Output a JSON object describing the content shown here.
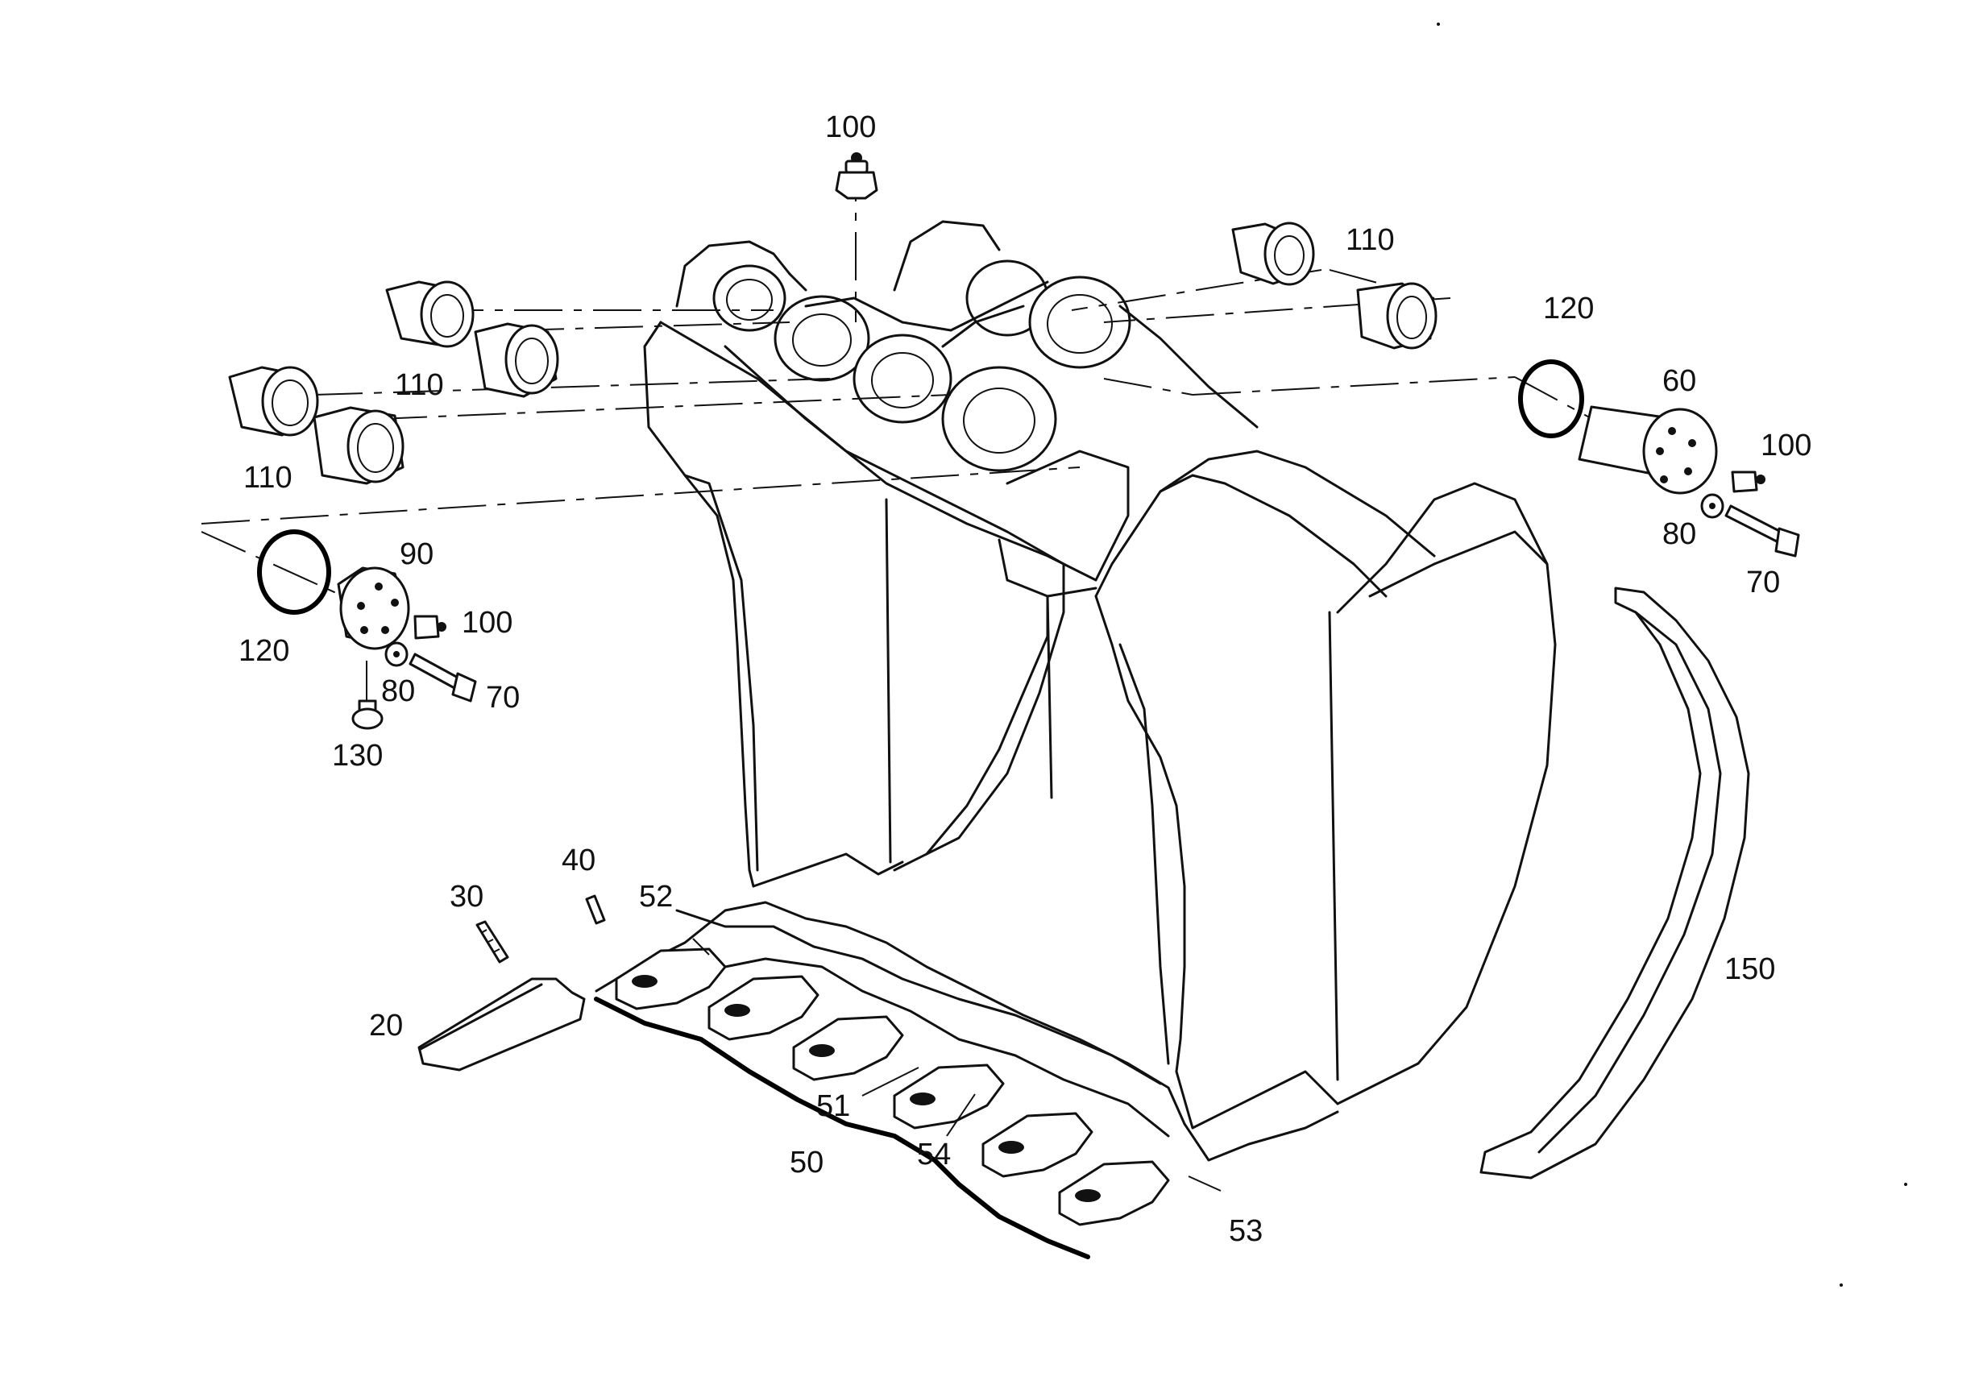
{
  "labels": [
    {
      "key": "l100_top",
      "text": "100"
    },
    {
      "key": "l110_tr",
      "text": "110"
    },
    {
      "key": "l110_ml",
      "text": "110"
    },
    {
      "key": "l110_l",
      "text": "110"
    },
    {
      "key": "l120_r",
      "text": "120"
    },
    {
      "key": "l60",
      "text": "60"
    },
    {
      "key": "l100_r",
      "text": "100"
    },
    {
      "key": "l80_r",
      "text": "80"
    },
    {
      "key": "l70_r",
      "text": "70"
    },
    {
      "key": "l90",
      "text": "90"
    },
    {
      "key": "l100_l",
      "text": "100"
    },
    {
      "key": "l120_l",
      "text": "120"
    },
    {
      "key": "l80_l",
      "text": "80"
    },
    {
      "key": "l70_l",
      "text": "70"
    },
    {
      "key": "l130",
      "text": "130"
    },
    {
      "key": "l40",
      "text": "40"
    },
    {
      "key": "l30",
      "text": "30"
    },
    {
      "key": "l52",
      "text": "52"
    },
    {
      "key": "l20",
      "text": "20"
    },
    {
      "key": "l150",
      "text": "150"
    },
    {
      "key": "l51",
      "text": "51"
    },
    {
      "key": "l54",
      "text": "54"
    },
    {
      "key": "l50",
      "text": "50"
    },
    {
      "key": "l53",
      "text": "53"
    }
  ],
  "colors": {
    "line": "#111111",
    "background": "#ffffff"
  }
}
